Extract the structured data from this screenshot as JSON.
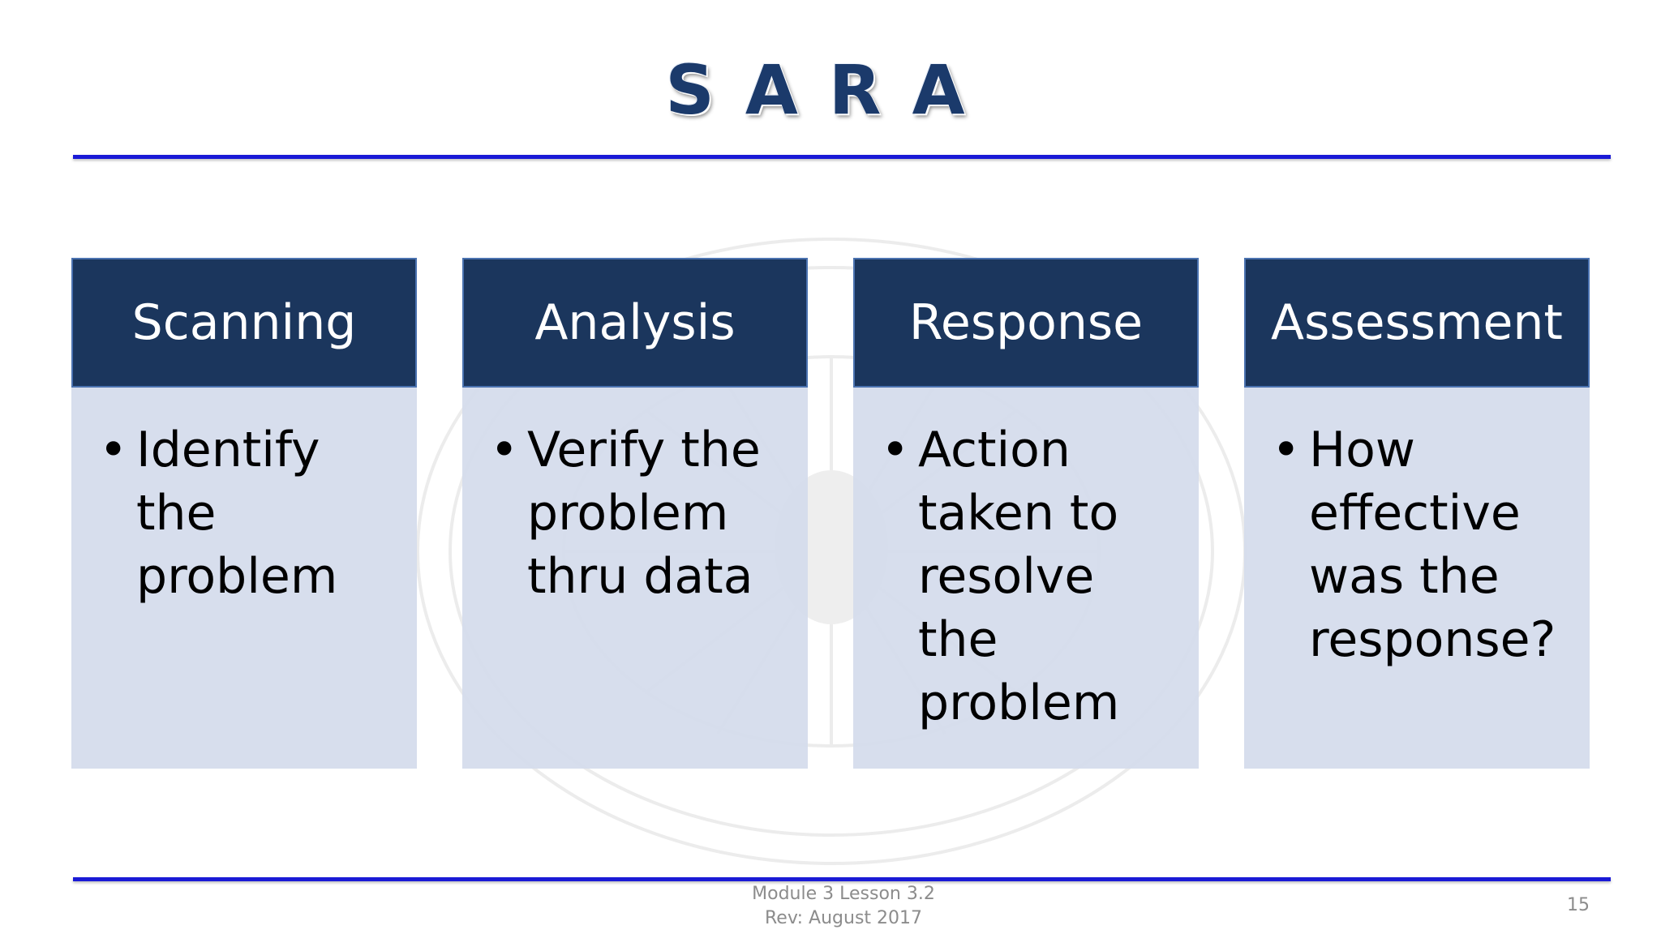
{
  "slide": {
    "title": "SARA",
    "accent_color": "#1a1ad6",
    "header_color": "#1b365d",
    "body_color": "#d4dbeb",
    "watermark_icon": "seal-icon"
  },
  "columns": [
    {
      "header": "Scanning",
      "bullets": [
        {
          "marker": "•",
          "text": "Identify the problem"
        }
      ]
    },
    {
      "header": "Analysis",
      "bullets": [
        {
          "marker": "•",
          "text": "Verify the problem thru data"
        }
      ]
    },
    {
      "header": "Response",
      "bullets": [
        {
          "marker": "•",
          "text": "Action taken to resolve the problem"
        }
      ]
    },
    {
      "header": "Assessment",
      "bullets": [
        {
          "marker": "•",
          "text": "How effective was the response?"
        }
      ]
    }
  ],
  "footer": {
    "line1": "Module 3 Lesson 3.2",
    "line2": "Rev: August 2017",
    "page_number": "15"
  }
}
